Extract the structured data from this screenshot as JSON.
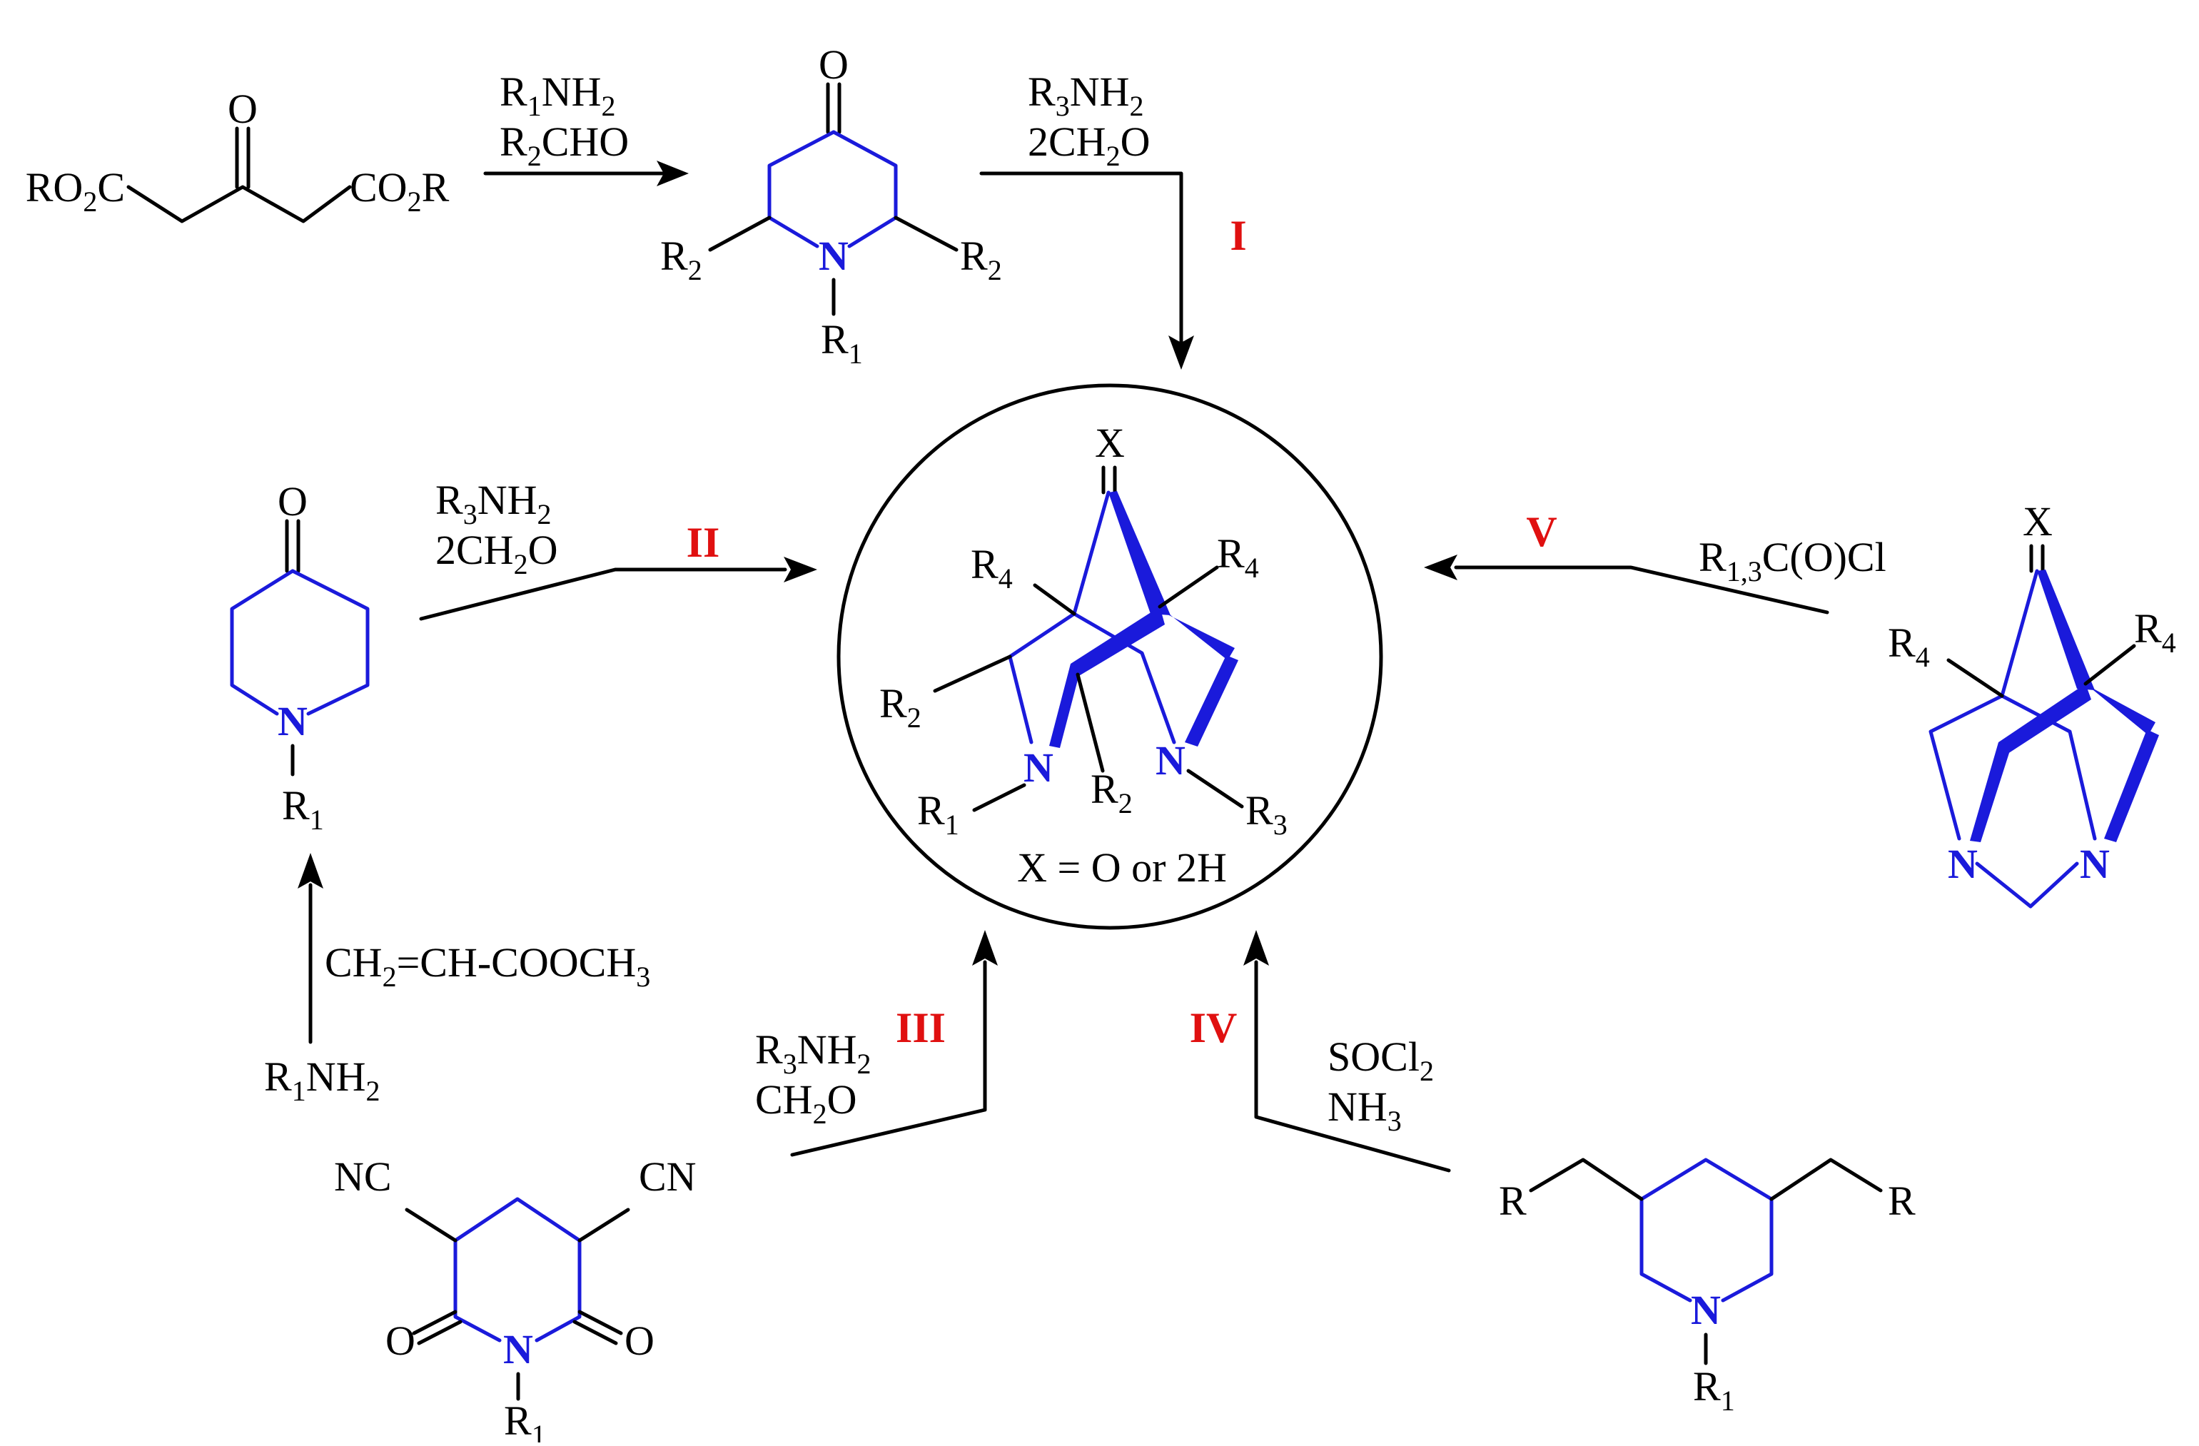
{
  "colors": {
    "ring": "#1a1adb",
    "bond": "#000000",
    "route_label": "#e01010",
    "background": "#ffffff"
  },
  "labels": {
    "start_ester_left": "RO2C",
    "start_ester_right": "CO2R",
    "start_oxo": "O",
    "step1_reagent1": "R1NH2",
    "step1_reagent2": "R2CHO",
    "pip_top_O": "O",
    "pip_top_R2_left": "R2",
    "pip_top_R2_right": "R2",
    "pip_top_N": "N",
    "pip_top_R1": "R1",
    "routeI_reagent1": "R3NH2",
    "routeI_reagent2": "2CH2O",
    "routeI": "I",
    "pip_left_O": "O",
    "pip_left_N": "N",
    "pip_left_R1": "R1",
    "routeII_reagent1": "R3NH2",
    "routeII_reagent2": "2CH2O",
    "routeII": "II",
    "michael_reagent": "CH2=CH-COOCH3",
    "michael_amine": "R1NH2",
    "center_X": "X",
    "center_R4_left": "R4",
    "center_R4_right": "R4",
    "center_R2_left": "R2",
    "center_N_left": "N",
    "center_R2_mid": "R2",
    "center_N_right": "N",
    "center_R1": "R1",
    "center_R3": "R3",
    "center_note": "X = O or 2H",
    "routeV": "V",
    "routeV_reagent": "R1,3C(O)Cl",
    "right_X": "X",
    "right_R4_left": "R4",
    "right_R4_right": "R4",
    "right_N_left": "N",
    "right_N_right": "N",
    "routeIII_reagent1": "R3NH2",
    "routeIII_reagent2": "CH2O",
    "routeIII": "III",
    "imide_NC": "NC",
    "imide_CN": "CN",
    "imide_O_left": "O",
    "imide_O_right": "O",
    "imide_N": "N",
    "imide_R1": "R1",
    "routeIV": "IV",
    "routeIV_reagent1": "SOCl2",
    "routeIV_reagent2": "NH3",
    "pipbr_R_left": "R",
    "pipbr_R_right": "R",
    "pipbr_N": "N",
    "pipbr_R1": "R1"
  }
}
